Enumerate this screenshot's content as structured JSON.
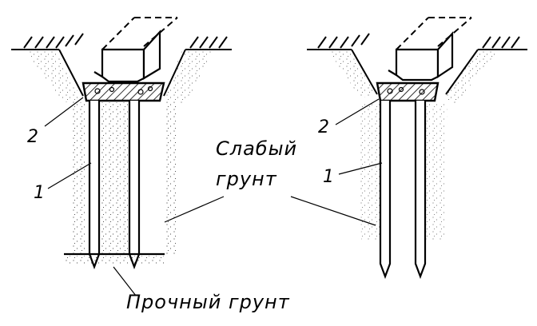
{
  "labels": {
    "weak_soil_line1": "Слабый",
    "weak_soil_line2": "грунт",
    "strong_soil": "Прочный грунт",
    "left_cap_number": "2",
    "left_pile_number": "1",
    "right_cap_number": "2",
    "right_pile_number": "1"
  },
  "colors": {
    "ink": "#000000",
    "background": "#ffffff"
  }
}
